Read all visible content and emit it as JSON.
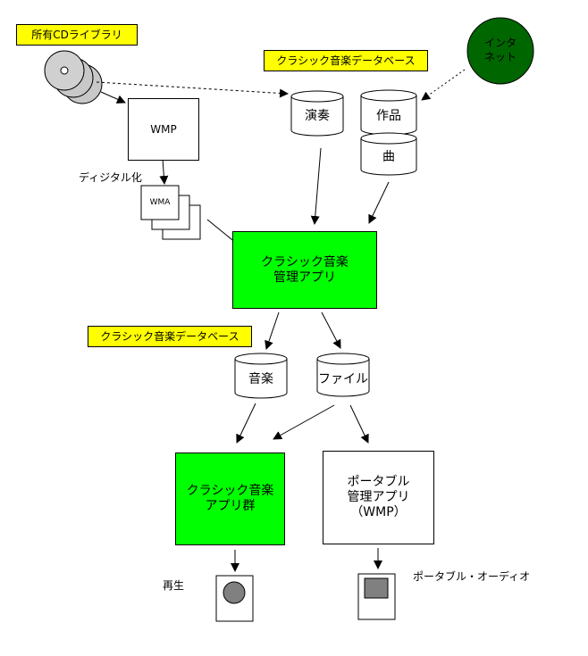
{
  "labels": {
    "owned_cd_library": "所有CDライブラリ",
    "classical_db_top": "クラシック音楽データベース",
    "classical_db_mid": "クラシック音楽データベース",
    "digitize": "ディジタル化",
    "playback": "再生",
    "portable_audio": "ポータブル・オーディオ"
  },
  "nodes": {
    "internet": "インタ\nネット",
    "wmp": "WMP",
    "wma": "WMA",
    "performance": "演奏",
    "work": "作品",
    "piece": "曲",
    "manager_app": "クラシック音楽\n管理アプリ",
    "music": "音楽",
    "file": "ファイル",
    "app_group": "クラシック音楽\nアプリ群",
    "portable_manager": "ポータブル\n管理アプリ\n（WMP）"
  },
  "colors": {
    "label_bg": "#ffff00",
    "app_green": "#00ff00",
    "internet_green": "#006600",
    "device_gray": "#808080"
  }
}
